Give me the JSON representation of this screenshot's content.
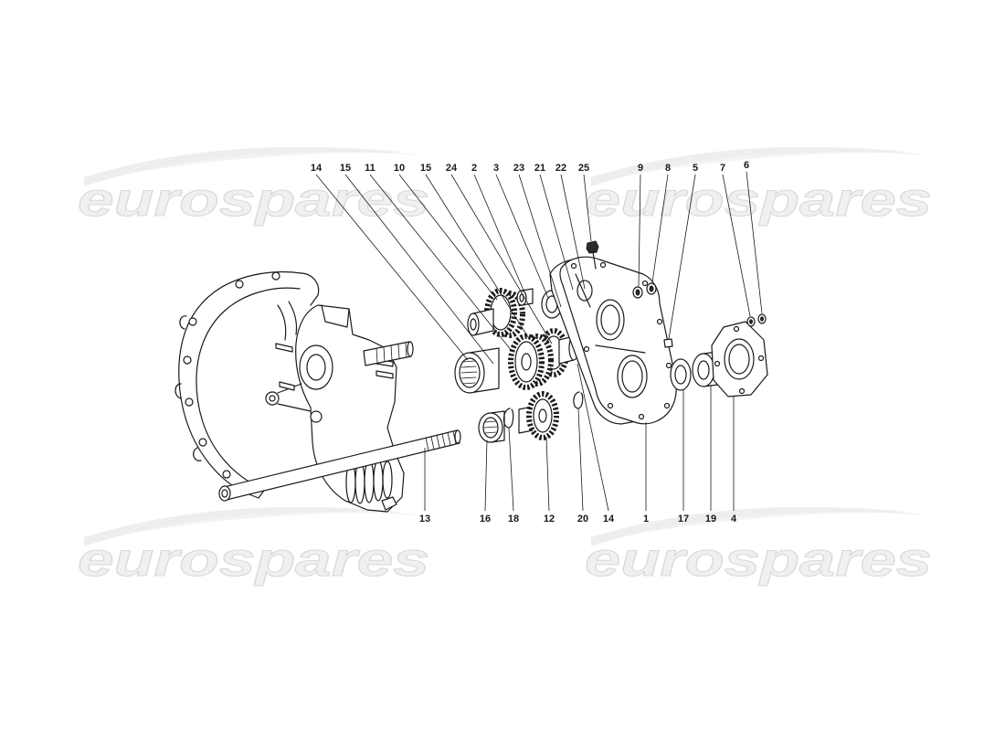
{
  "diagram": {
    "watermark_text": "eurospares",
    "callouts_top": [
      "14",
      "15",
      "11",
      "10",
      "15",
      "24",
      "2",
      "3",
      "23",
      "21",
      "22",
      "25",
      "9",
      "8",
      "5",
      "7",
      "6"
    ],
    "callouts_bottom": [
      "13",
      "16",
      "18",
      "12",
      "20",
      "14",
      "1",
      "17",
      "19",
      "4"
    ]
  },
  "colors": {
    "line": "#1a1a1a",
    "watermark_fill": "#f0f0f0",
    "watermark_stroke": "#d8d8d8",
    "background": "#ffffff"
  }
}
